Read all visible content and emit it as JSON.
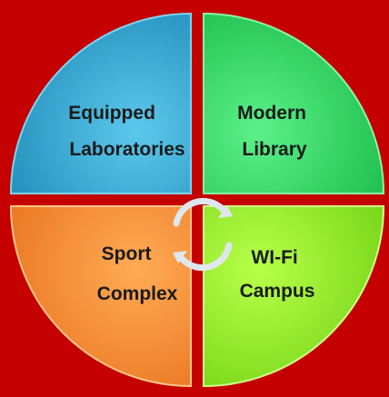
{
  "diagram": {
    "background_color": "#c40000",
    "quadrants": [
      {
        "id": "top-left",
        "lines": [
          "Equipped",
          "Laboratories"
        ],
        "color": "#2aa3cf"
      },
      {
        "id": "top-right",
        "lines": [
          "Modern",
          "Library"
        ],
        "color": "#27d95a"
      },
      {
        "id": "bottom-left",
        "lines": [
          "Sport",
          "Complex"
        ],
        "color": "#f7882a"
      },
      {
        "id": "bottom-right",
        "lines": [
          "WI-Fi",
          "Campus"
        ],
        "color": "#8fe81c"
      }
    ],
    "center_icon": "circular-arrows-icon"
  }
}
